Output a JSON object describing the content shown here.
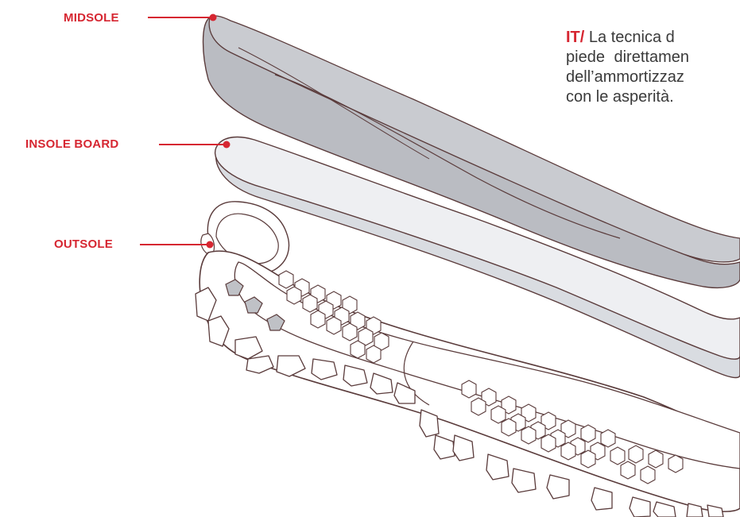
{
  "colors": {
    "accent": "#d62631",
    "outline": "#5a3b3b",
    "midsole_fill": "#c6c8cd",
    "insole_fill": "#edeef1",
    "insole_edge": "#d6d9de",
    "text": "#3a3a3a"
  },
  "labels": {
    "midsole": "MIDSOLE",
    "insole_board": "INSOLE BOARD",
    "outsole": "OUTSOLE"
  },
  "description": {
    "lang_code": "IT/",
    "line1": " La tecnica d",
    "line2": "piede   direttamen",
    "line3": "dell’ammortizzaz",
    "line4": "con le asperità."
  }
}
